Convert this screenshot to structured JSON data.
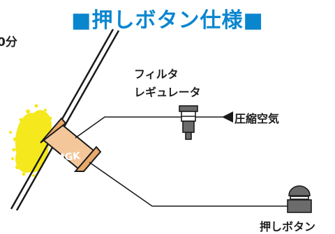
{
  "title": "■押しボタン仕様■",
  "labels": {
    "time": "0分",
    "filter_regulator_line1": "フィルタ",
    "filter_regulator_line2": "レギュレータ",
    "compressed_air": "圧縮空気",
    "push_button": "押しボタン",
    "device": "MGK"
  },
  "colors": {
    "title": "#0a86cf",
    "powder": "#f5e81c",
    "device_body": "#f4c79b",
    "line": "#1a1a1a"
  }
}
